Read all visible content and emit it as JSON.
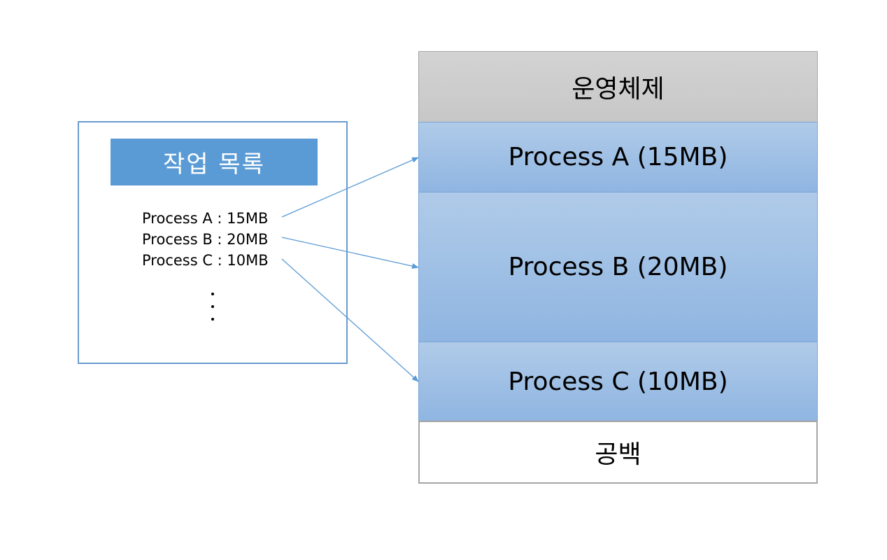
{
  "job_list": {
    "title": "작업 목록",
    "items": [
      "Process A : 15MB",
      "Process B : 20MB",
      "Process C : 10MB"
    ]
  },
  "memory": {
    "os_label": "운영체제",
    "process_a": "Process A (15MB)",
    "process_b": "Process B (20MB)",
    "process_c": "Process C (10MB)",
    "free_label": "공백"
  },
  "colors": {
    "accent": "#5b9bd5",
    "arrow": "#5b9bd5",
    "process_fill": "#a4c2e6",
    "os_fill": "#cfcfcf"
  }
}
